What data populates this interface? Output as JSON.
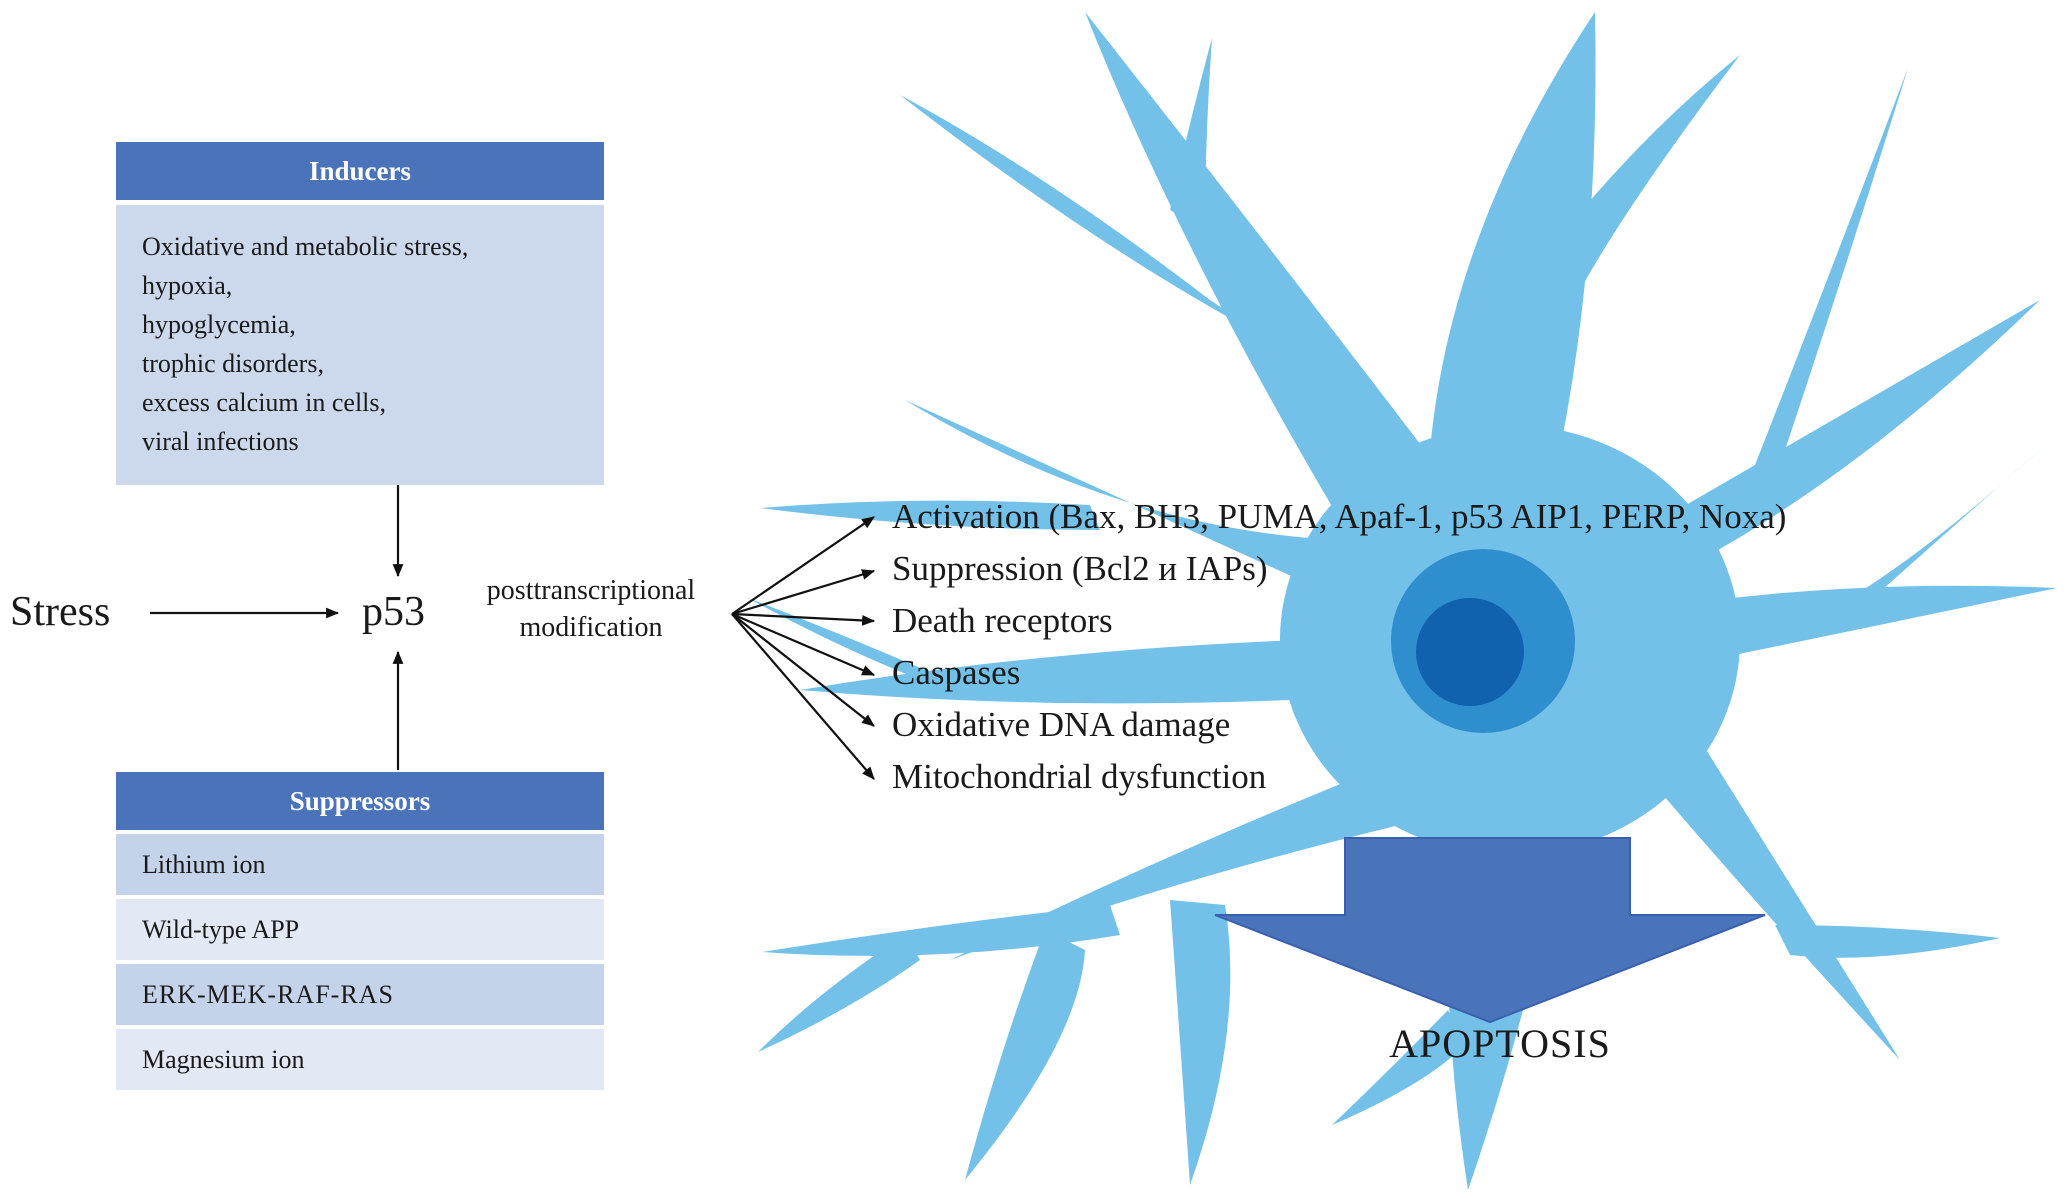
{
  "colors": {
    "header_blue": "#4a73b9",
    "inducers_body": "#ccd9ed",
    "row_alt_a": "#c5d3ea",
    "row_alt_b": "#e2e8f4",
    "neuron_body": "#73c1e9",
    "nucleus_outer": "#2f8fce",
    "nucleus_inner": "#1061ae",
    "apoptosis_arrow": "#4a74ba",
    "text": "#1a1a1a"
  },
  "inducers": {
    "title": "Inducers",
    "items": [
      "Oxidative and metabolic stress,",
      "hypoxia,",
      "hypoglycemia,",
      "trophic disorders,",
      "excess calcium in cells,",
      "viral infections"
    ]
  },
  "suppressors": {
    "title": "Suppressors",
    "items": [
      "Lithium ion",
      "Wild-type APP",
      "ERK-MEK-RAF-RAS",
      "Magnesium ion"
    ]
  },
  "pathway": {
    "stress_label": "Stress",
    "p53_label": "p53",
    "modification_line1": "posttranscriptional",
    "modification_line2": "modification",
    "targets": [
      "Activation (Bax, BH3, PUMA, Apaf-1, p53 AIP1, PERP, Noxa)",
      "Suppression (Bcl2 и IAPs)",
      "Death receptors",
      "Caspases",
      "Oxidative DNA damage",
      "Mitochondrial dysfunction"
    ],
    "outcome_label": "APOPTOSIS"
  }
}
